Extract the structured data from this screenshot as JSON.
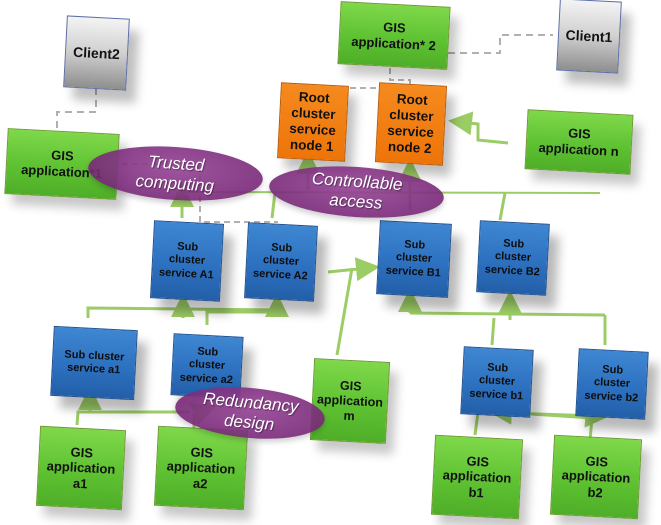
{
  "diagram": {
    "clients": [
      {
        "id": "client2",
        "label": "Client2"
      },
      {
        "id": "client1",
        "label": "Client1"
      }
    ],
    "root_nodes": [
      {
        "id": "root1",
        "label": "Root\ncluster\nservice\nnode 1"
      },
      {
        "id": "root2",
        "label": "Root\ncluster\nservice\nnode 2"
      }
    ],
    "gis_top": [
      {
        "id": "gis_star1",
        "label": "GIS\napplication*1"
      },
      {
        "id": "gis_star2",
        "label": "GIS\napplication* 2"
      },
      {
        "id": "gis_n",
        "label": "GIS\napplication n"
      }
    ],
    "sub_upper": [
      {
        "id": "A1",
        "label": "Sub\ncluster\nservice  A1"
      },
      {
        "id": "A2",
        "label": "Sub\ncluster\nservice  A2"
      },
      {
        "id": "B1",
        "label": "Sub\ncluster\nservice  B1"
      },
      {
        "id": "B2",
        "label": "Sub\ncluster\nservice  B2"
      }
    ],
    "sub_lower": [
      {
        "id": "a1",
        "label": "Sub cluster\nservice a1"
      },
      {
        "id": "a2",
        "label": "Sub\ncluster\nservice  a2"
      },
      {
        "id": "b1",
        "label": "Sub\ncluster\nservice  b1"
      },
      {
        "id": "b2",
        "label": "Sub\ncluster\nservice  b2"
      }
    ],
    "gis_bottom": [
      {
        "id": "gis_a1",
        "label": "GIS\napplication\na1"
      },
      {
        "id": "gis_a2",
        "label": "GIS\napplication\na2"
      },
      {
        "id": "gis_m",
        "label": "GIS\napplication\nm"
      },
      {
        "id": "gis_b1",
        "label": "GIS\napplication\nb1"
      },
      {
        "id": "gis_b2",
        "label": "GIS\napplication\nb2"
      }
    ],
    "features": [
      {
        "id": "trusted",
        "label": "Trusted\ncomputing"
      },
      {
        "id": "controllable",
        "label": "Controllable\naccess"
      },
      {
        "id": "redundancy",
        "label": "Redundancy\ndesign"
      }
    ],
    "colors": {
      "gis": "#5ec232",
      "sub_cluster": "#2b6fbe",
      "root": "#ee7408",
      "client": "#cfcfcf",
      "feature": "#7d2a7d",
      "connector": "#9ccc65",
      "dashed": "#b0b0b0"
    }
  }
}
